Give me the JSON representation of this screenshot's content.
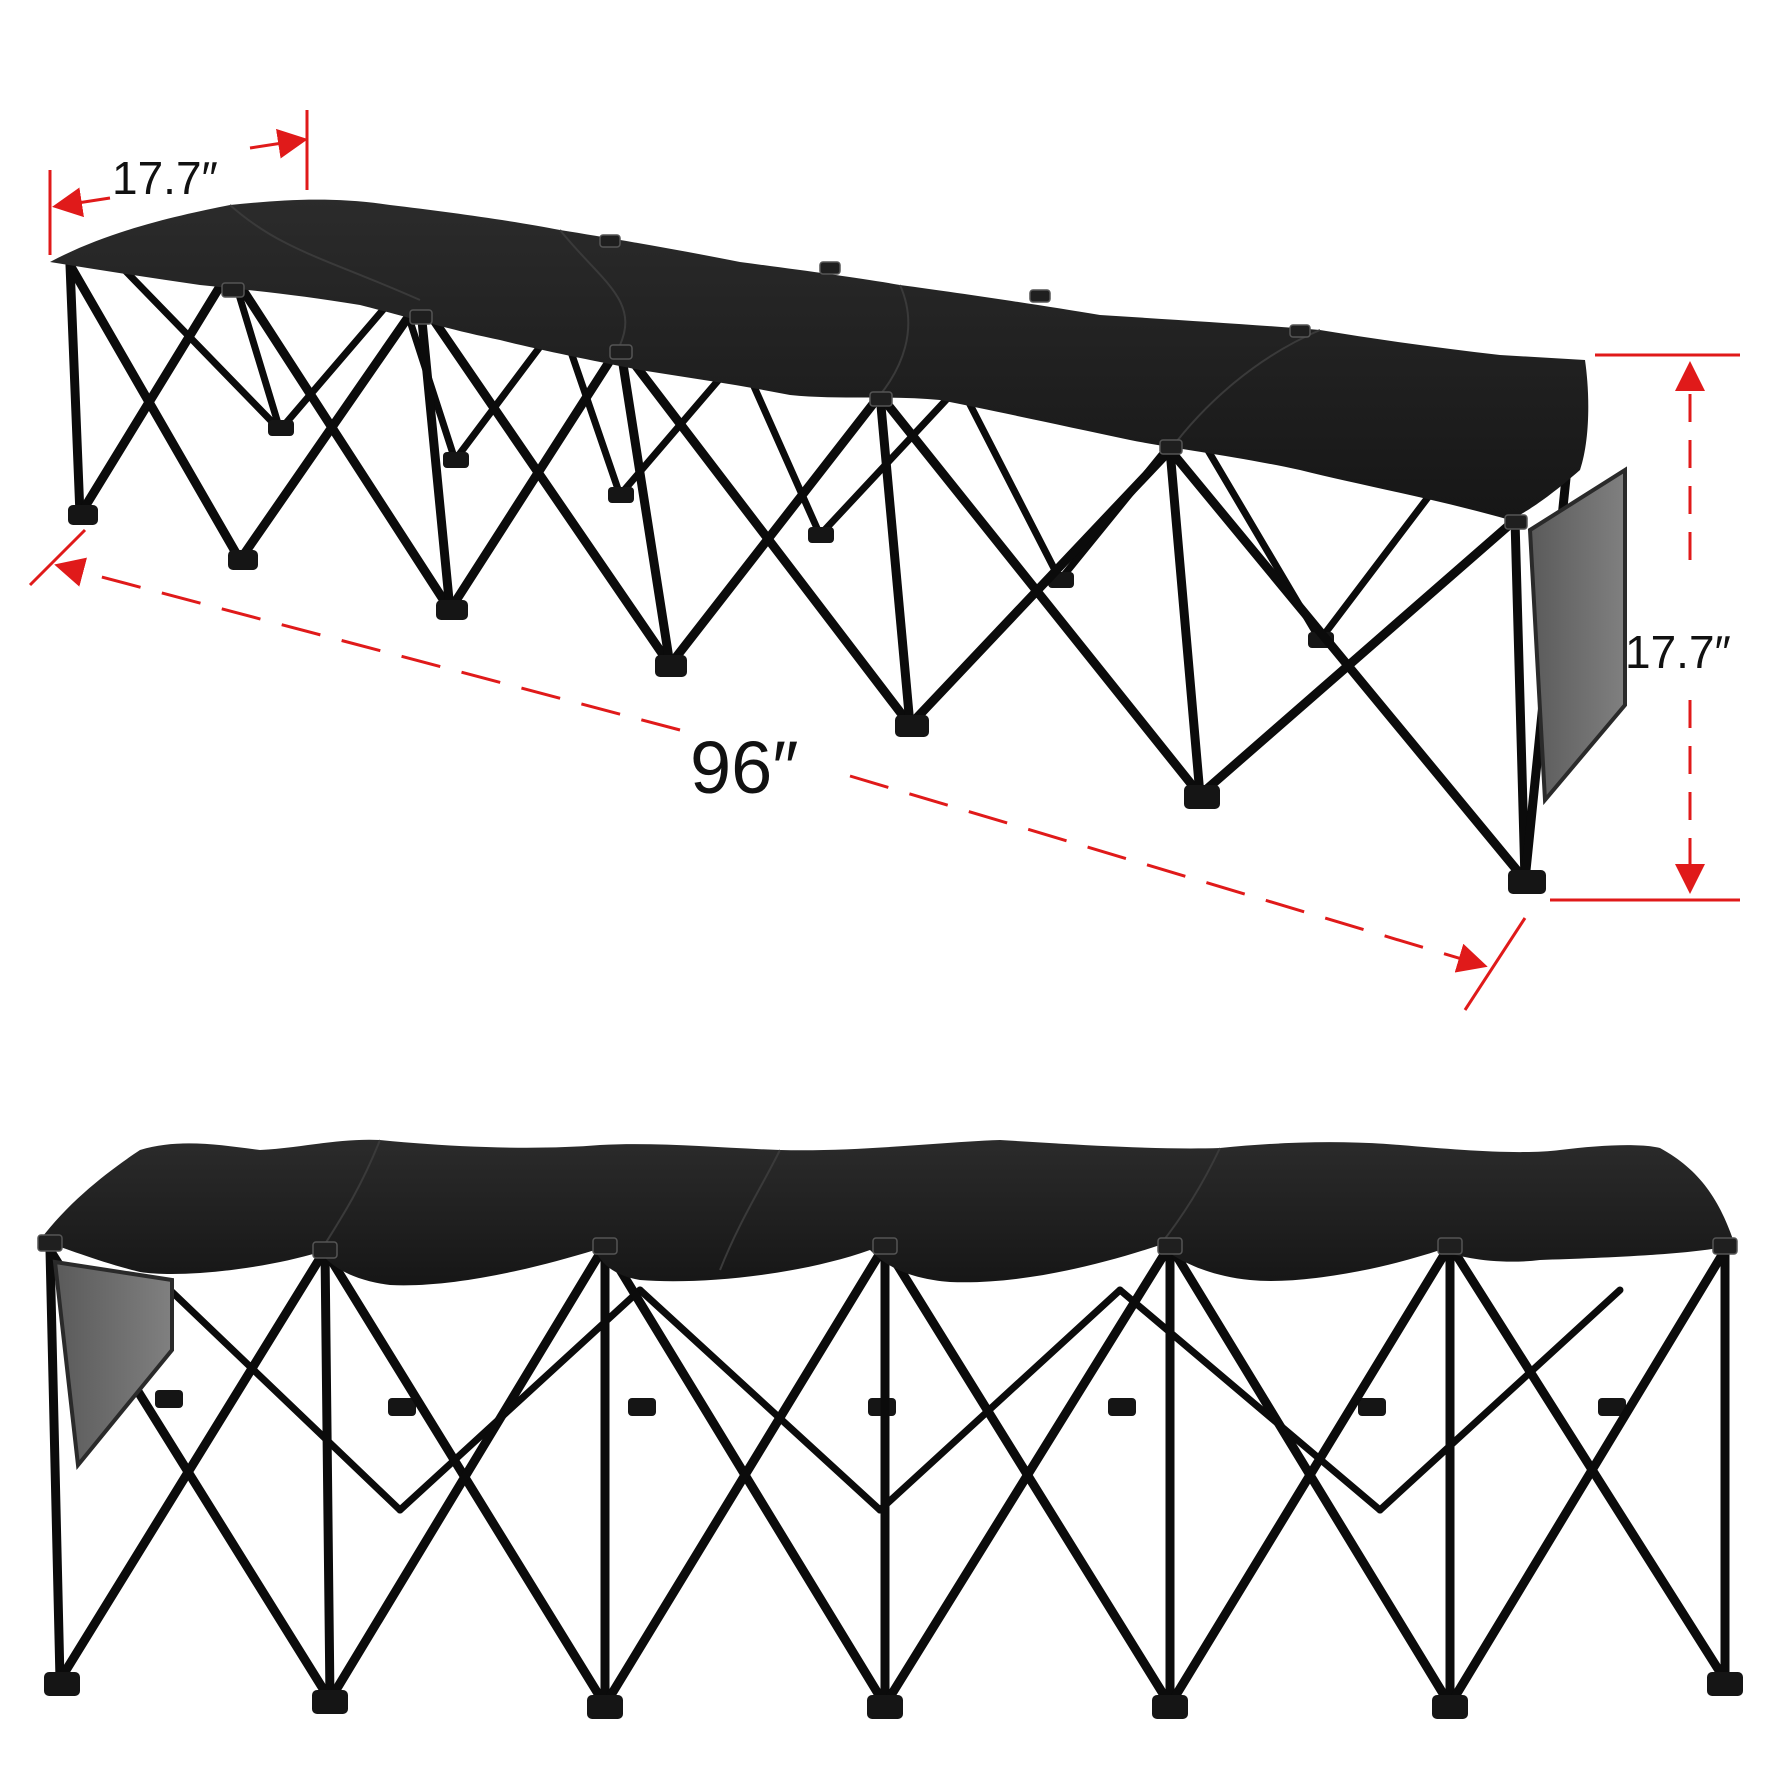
{
  "dimensions": {
    "depth_label": "17.7″",
    "length_label": "96″",
    "height_label": "17.7″"
  },
  "colors": {
    "dimension_line": "#e01a1a",
    "seat_fabric": "#1c1c1c",
    "seat_fabric_shade": "#2a2a2a",
    "side_pocket": "#6e6e6e",
    "frame": "#0b0b0b"
  },
  "product": {
    "seats": 6
  }
}
